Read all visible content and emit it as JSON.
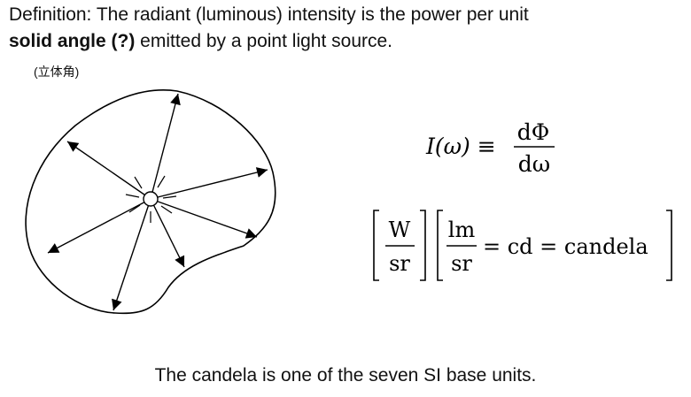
{
  "definition": {
    "part1": "Definition: The radiant (luminous) intensity is the power per unit",
    "bold": "solid angle (?)",
    "part2": " emitted by a point light source."
  },
  "annotation": "(立体角)",
  "formula": {
    "lhs": "I(ω) ≡",
    "numerator": "dΦ",
    "denominator": "dω"
  },
  "units": {
    "radiant_numerator": "W",
    "radiant_denominator": "sr",
    "luminous_numerator": "lm",
    "luminous_denominator": "sr",
    "equals_text": "= cd = candela"
  },
  "footer": "The candela is one of the seven SI base units."
}
